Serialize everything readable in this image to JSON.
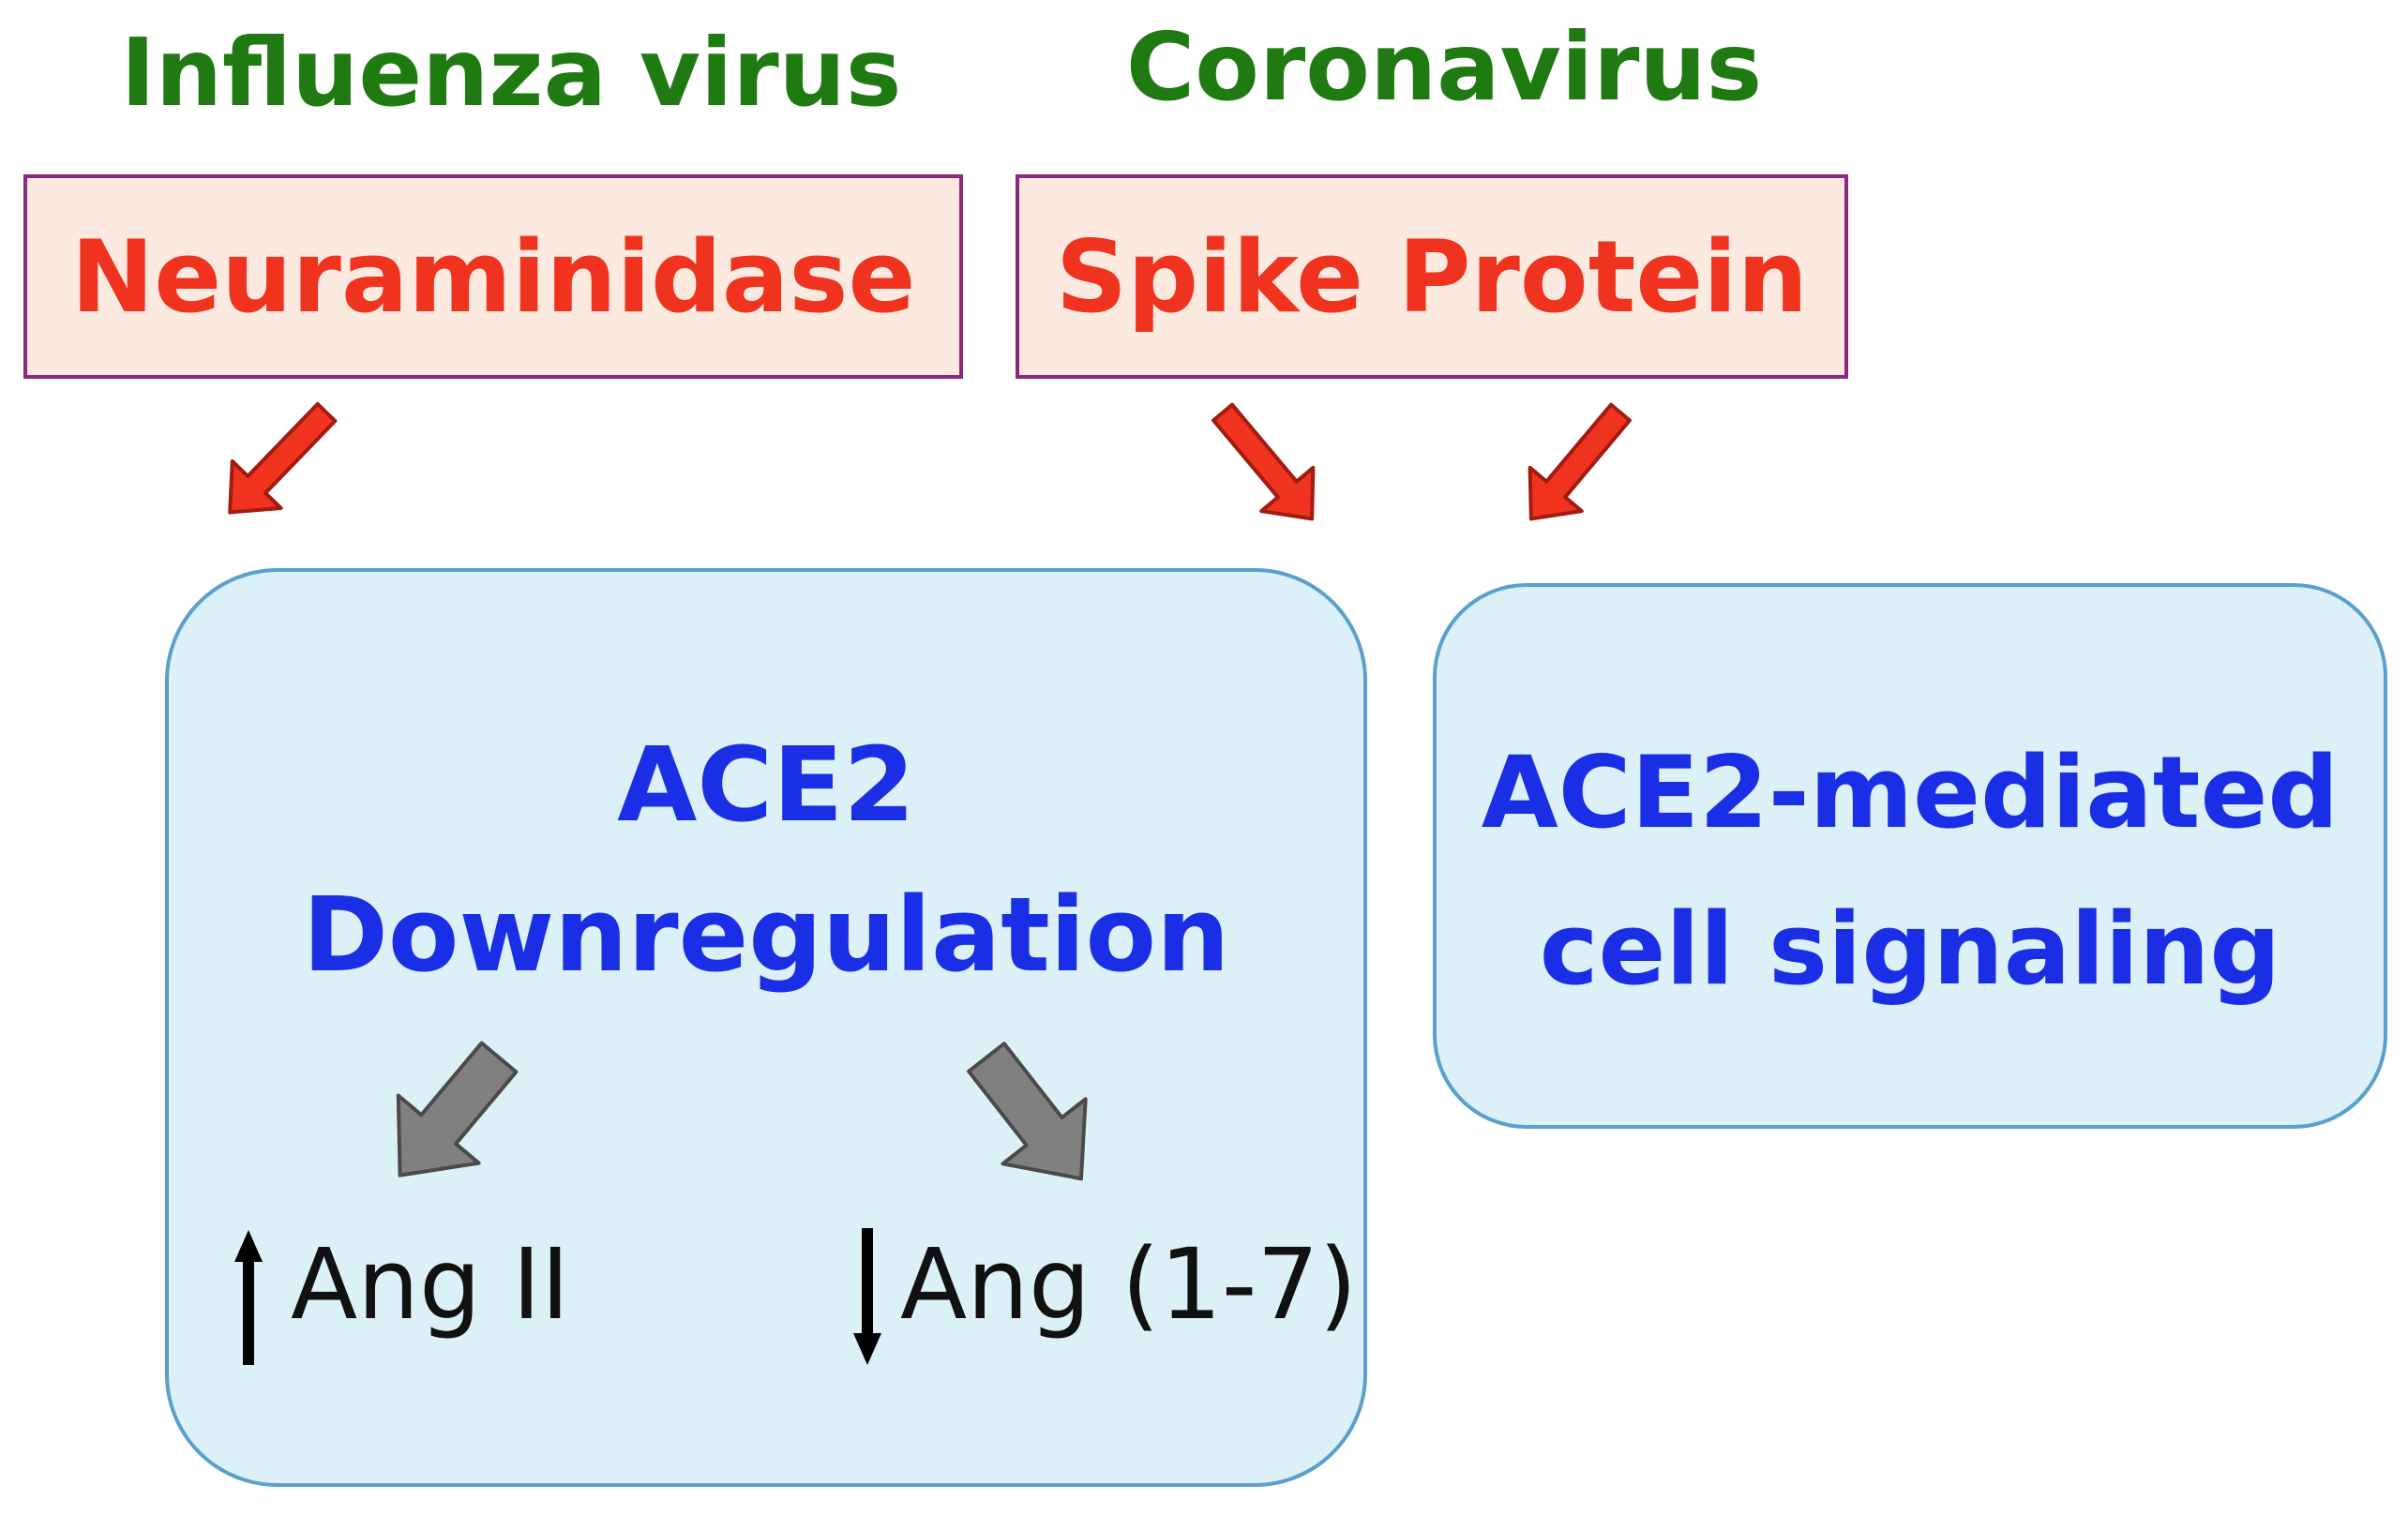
{
  "viruses": {
    "influenza": {
      "title": "Influenza virus",
      "protein": "Neuraminidase"
    },
    "corona": {
      "title": "Coronavirus",
      "protein": "Spike Protein"
    }
  },
  "effects": {
    "downregulation": {
      "line1": "ACE2",
      "line2": "Downregulation",
      "ang_up": "Ang II",
      "ang_down": "Ang (1-7)"
    },
    "signaling": {
      "line1": "ACE2-mediated",
      "line2": "cell signaling"
    }
  },
  "colors": {
    "virus_title": "#1f7a12",
    "protein_text": "#f0331f",
    "protein_box_fill": "#fce9df",
    "protein_box_border": "#8a2a7e",
    "effect_text": "#1a2ee6",
    "effect_box_fill": "#dcf0f7",
    "effect_box_border": "#5aa0cc",
    "red_arrow": "#f0331f",
    "grey_arrow": "#808080"
  },
  "icons": {
    "up": "arrow-up-icon",
    "down": "arrow-down-icon"
  }
}
